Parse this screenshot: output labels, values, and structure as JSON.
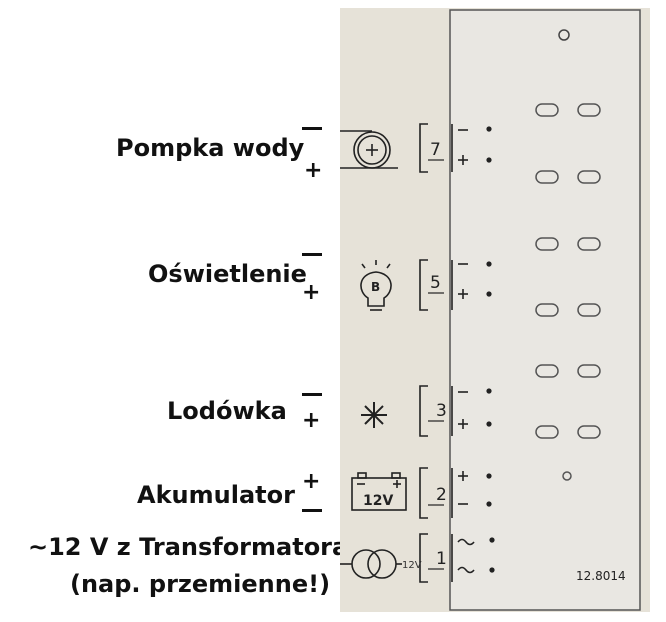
{
  "labels": {
    "pump": "Pompka wody",
    "lighting": "Oświetlenie",
    "fridge": "Lodówka",
    "battery": "Akumulator",
    "transformer_line1": "~12 V z Transformatora",
    "transformer_line2": "(nap. przemienne!)"
  },
  "signs": {
    "minus": "—",
    "plus": "+"
  },
  "terminals": {
    "t7": "7",
    "t5": "5",
    "t3": "3",
    "t2": "2",
    "t1": "1"
  },
  "battery_symbol_text": "12V",
  "transformer_symbol_text": "12V",
  "lightbulb_symbol_text": "B",
  "panel_code": "12.8014",
  "icons": [
    "pump-icon",
    "lightbulb-icon",
    "snowflake-icon",
    "battery-icon",
    "transformer-icon"
  ]
}
